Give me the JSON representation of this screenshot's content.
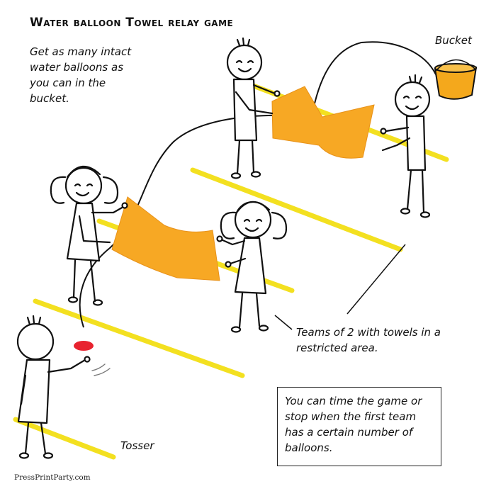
{
  "title": "Water balloon Towel relay game",
  "instructions": "Get as many intact water balloons as you can in the bucket.",
  "labels": {
    "bucket": "Bucket",
    "tosser": "Tosser",
    "teams": "Teams of 2 with towels in a restricted area."
  },
  "note": "You can time the game or stop when the first team has a certain number of balloons.",
  "credit": "PressPrintParty.com",
  "colors": {
    "towel": "#f7a824",
    "zone_line": "#f3e020",
    "balloon": "#e8232f",
    "bucket": "#f4a81c",
    "ink": "#111111"
  },
  "icons": {
    "bucket": "bucket-icon",
    "balloon": "water-balloon-icon",
    "towel": "towel-icon",
    "person": "stick-figure-icon"
  }
}
